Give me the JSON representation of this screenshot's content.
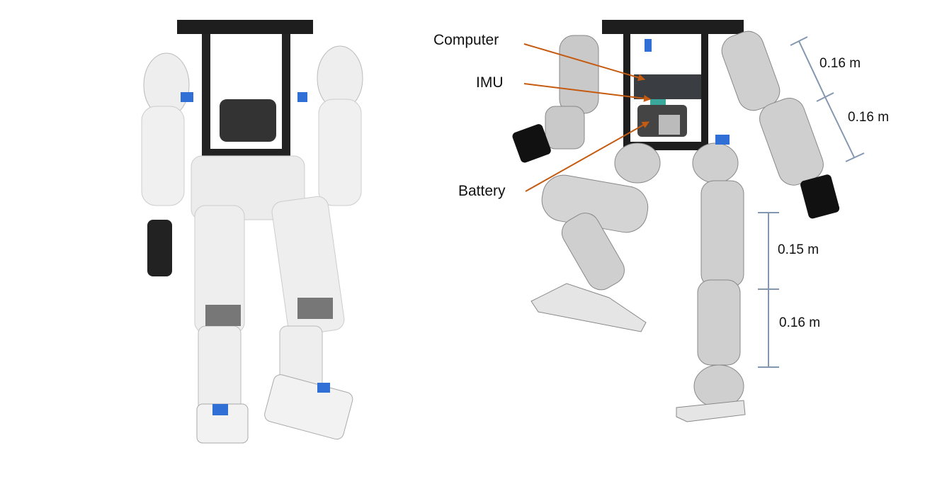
{
  "figure": {
    "left_image": "photo-humanoid-robot",
    "right_image": "cad-humanoid-robot",
    "callouts": [
      {
        "label": "Computer"
      },
      {
        "label": "IMU"
      },
      {
        "label": "Battery"
      }
    ],
    "dimensions": {
      "upper_arm": "0.16 m",
      "forearm": "0.16 m",
      "thigh": "0.15 m",
      "shin": "0.16 m"
    },
    "colors": {
      "callout_arrow": "#c55a11",
      "dimension_line": "#8497b0",
      "frame": "#1e1e1e",
      "robot_body": "#e9e9e9",
      "cad_body": "#c9c9c9"
    }
  }
}
